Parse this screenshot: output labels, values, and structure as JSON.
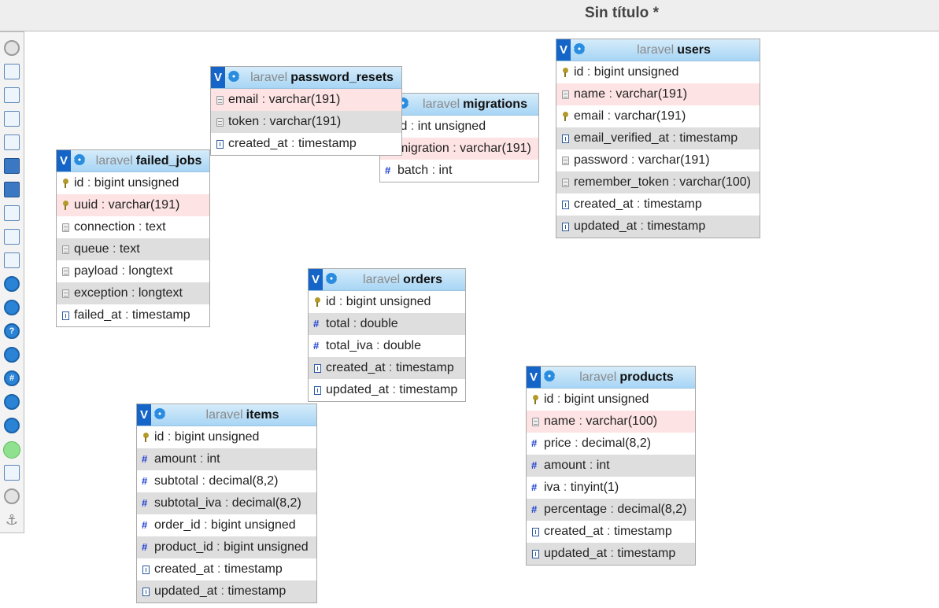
{
  "window": {
    "title": "Sin título *"
  },
  "toolbar": {
    "tools": [
      "chevron-up-icon",
      "fit-to-screen-icon",
      "add-table-icon",
      "new-document-icon",
      "edit-icon",
      "save-icon",
      "save-as-icon",
      "export-icon",
      "page-icon",
      "relation-icon",
      "info-icon",
      "refresh-icon",
      "help-icon",
      "link-icon",
      "grid-icon",
      "download-icon",
      "upload-icon",
      "toggle-icon",
      "export-image-icon",
      "chevron-down-icon",
      "anchor-icon"
    ]
  },
  "tables": [
    {
      "id": "users",
      "db": "laravel",
      "name": "users",
      "columns": [
        {
          "name": "id",
          "type": "bigint unsigned",
          "icon": "key"
        },
        {
          "name": "name",
          "type": "varchar(191)",
          "icon": "text",
          "highlight": true
        },
        {
          "name": "email",
          "type": "varchar(191)",
          "icon": "key"
        },
        {
          "name": "email_verified_at",
          "type": "timestamp",
          "icon": "date"
        },
        {
          "name": "password",
          "type": "varchar(191)",
          "icon": "text"
        },
        {
          "name": "remember_token",
          "type": "varchar(100)",
          "icon": "text"
        },
        {
          "name": "created_at",
          "type": "timestamp",
          "icon": "date"
        },
        {
          "name": "updated_at",
          "type": "timestamp",
          "icon": "date"
        }
      ]
    },
    {
      "id": "password_resets",
      "db": "laravel",
      "name": "password_resets",
      "columns": [
        {
          "name": "email",
          "type": "varchar(191)",
          "icon": "text",
          "highlight": true
        },
        {
          "name": "token",
          "type": "varchar(191)",
          "icon": "text"
        },
        {
          "name": "created_at",
          "type": "timestamp",
          "icon": "date"
        }
      ]
    },
    {
      "id": "migrations",
      "db": "laravel",
      "name": "migrations",
      "columns": [
        {
          "name": "id",
          "type": "int unsigned",
          "icon": "key"
        },
        {
          "name": "migration",
          "type": "varchar(191)",
          "icon": "text",
          "highlight": true
        },
        {
          "name": "batch",
          "type": "int",
          "icon": "hash"
        }
      ]
    },
    {
      "id": "failed_jobs",
      "db": "laravel",
      "name": "failed_jobs",
      "columns": [
        {
          "name": "id",
          "type": "bigint unsigned",
          "icon": "key"
        },
        {
          "name": "uuid",
          "type": "varchar(191)",
          "icon": "key",
          "highlight": true
        },
        {
          "name": "connection",
          "type": "text",
          "icon": "text"
        },
        {
          "name": "queue",
          "type": "text",
          "icon": "text"
        },
        {
          "name": "payload",
          "type": "longtext",
          "icon": "text"
        },
        {
          "name": "exception",
          "type": "longtext",
          "icon": "text"
        },
        {
          "name": "failed_at",
          "type": "timestamp",
          "icon": "date"
        }
      ]
    },
    {
      "id": "orders",
      "db": "laravel",
      "name": "orders",
      "columns": [
        {
          "name": "id",
          "type": "bigint unsigned",
          "icon": "key"
        },
        {
          "name": "total",
          "type": "double",
          "icon": "hash"
        },
        {
          "name": "total_iva",
          "type": "double",
          "icon": "hash"
        },
        {
          "name": "created_at",
          "type": "timestamp",
          "icon": "date"
        },
        {
          "name": "updated_at",
          "type": "timestamp",
          "icon": "date"
        }
      ]
    },
    {
      "id": "products",
      "db": "laravel",
      "name": "products",
      "columns": [
        {
          "name": "id",
          "type": "bigint unsigned",
          "icon": "key"
        },
        {
          "name": "name",
          "type": "varchar(100)",
          "icon": "text",
          "highlight": true
        },
        {
          "name": "price",
          "type": "decimal(8,2)",
          "icon": "hash"
        },
        {
          "name": "amount",
          "type": "int",
          "icon": "hash"
        },
        {
          "name": "iva",
          "type": "tinyint(1)",
          "icon": "hash"
        },
        {
          "name": "percentage",
          "type": "decimal(8,2)",
          "icon": "hash"
        },
        {
          "name": "created_at",
          "type": "timestamp",
          "icon": "date"
        },
        {
          "name": "updated_at",
          "type": "timestamp",
          "icon": "date"
        }
      ]
    },
    {
      "id": "items",
      "db": "laravel",
      "name": "items",
      "columns": [
        {
          "name": "id",
          "type": "bigint unsigned",
          "icon": "key"
        },
        {
          "name": "amount",
          "type": "int",
          "icon": "hash"
        },
        {
          "name": "subtotal",
          "type": "decimal(8,2)",
          "icon": "hash"
        },
        {
          "name": "subtotal_iva",
          "type": "decimal(8,2)",
          "icon": "hash"
        },
        {
          "name": "order_id",
          "type": "bigint unsigned",
          "icon": "hash"
        },
        {
          "name": "product_id",
          "type": "bigint unsigned",
          "icon": "hash"
        },
        {
          "name": "created_at",
          "type": "timestamp",
          "icon": "date"
        },
        {
          "name": "updated_at",
          "type": "timestamp",
          "icon": "date"
        }
      ]
    }
  ]
}
